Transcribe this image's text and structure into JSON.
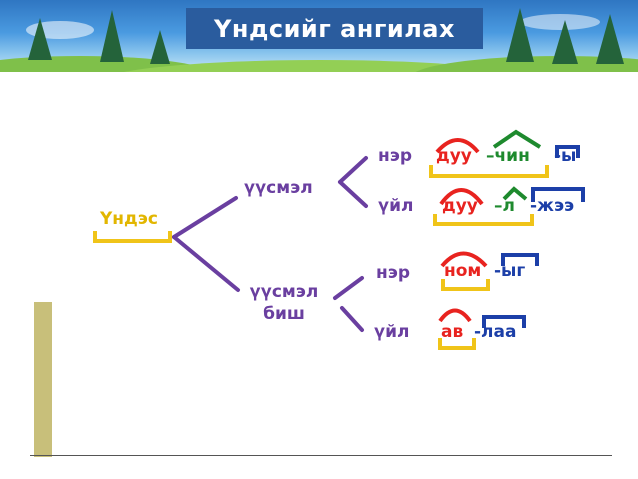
{
  "title": "Үндсийг ангилах",
  "root": "Үндэс",
  "branches": {
    "derived": "үүсмэл",
    "underived_line1": "үүсмэл",
    "underived_line2": "биш"
  },
  "leaves": {
    "noun1": "нэр",
    "verb1": "үйл",
    "noun2": "нэр",
    "verb2": "үйл"
  },
  "examples": {
    "row1": {
      "stem": "дуу",
      "suffix1": "–чин",
      "suffix2": "-ы"
    },
    "row2": {
      "stem": "дуу",
      "suffix1": "–л",
      "suffix2": "-жээ"
    },
    "row3": {
      "stem": "ном",
      "suffix1": "-ыг"
    },
    "row4": {
      "stem": "ав",
      "suffix1": "-лаа"
    }
  },
  "colors": {
    "title_bg": "#2a5c9e",
    "tree_lines": "#6a3fa0",
    "root_bracket": "#f0c419",
    "stem_text": "#e8231f",
    "suffix_text": "#1c3fa8",
    "derivational_text": "#1e8a2e"
  }
}
